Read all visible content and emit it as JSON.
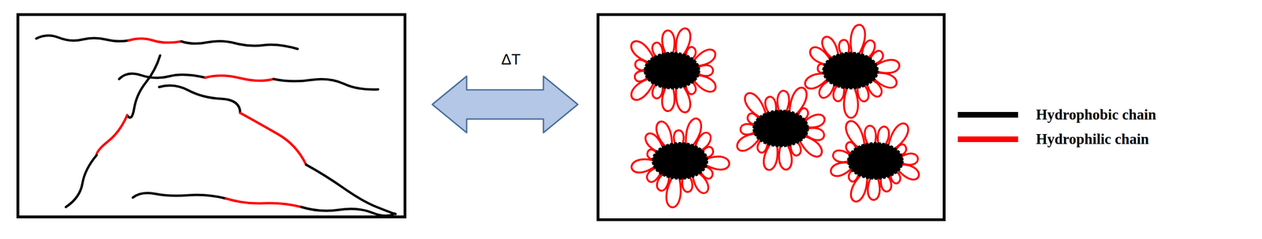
{
  "diagram": {
    "labels": [
      "ΔT"
    ],
    "legend": [
      {
        "text": "Hydrophobic chain",
        "color": "#000000"
      },
      {
        "text": "Hydrophilic chain",
        "color": "#ff0000"
      }
    ]
  }
}
